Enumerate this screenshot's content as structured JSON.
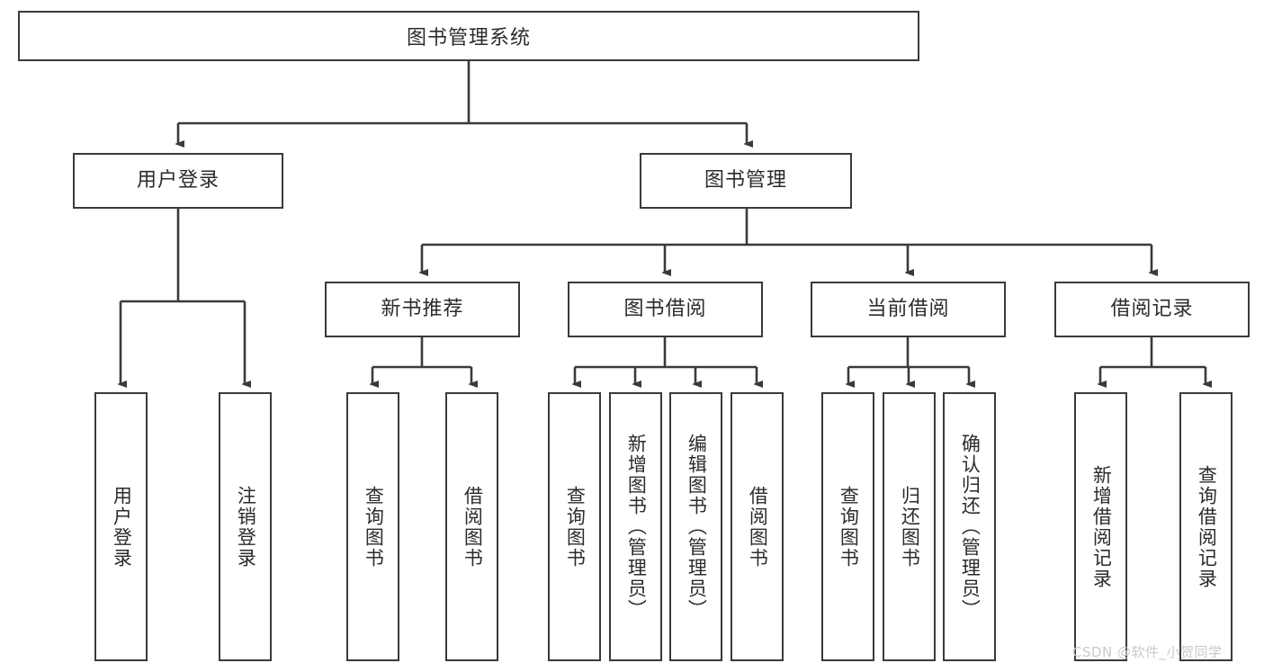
{
  "diagram": {
    "title": "图书管理系统",
    "type": "hierarchy-tree",
    "root": {
      "label": "图书管理系统"
    },
    "level2": [
      {
        "label": "用户登录"
      },
      {
        "label": "图书管理"
      }
    ],
    "level3": [
      {
        "label": "新书推荐"
      },
      {
        "label": "图书借阅"
      },
      {
        "label": "当前借阅"
      },
      {
        "label": "借阅记录"
      }
    ],
    "leaves": {
      "user_login": [
        {
          "label": "用户登录"
        },
        {
          "label": "注销登录"
        }
      ],
      "new_book_recommend": [
        {
          "label": "查询图书"
        },
        {
          "label": "借阅图书"
        }
      ],
      "book_borrow": [
        {
          "label": "查询图书"
        },
        {
          "label": "新增图书（管理员）"
        },
        {
          "label": "编辑图书（管理员）"
        },
        {
          "label": "借阅图书"
        }
      ],
      "current_borrow": [
        {
          "label": "查询图书"
        },
        {
          "label": "归还图书"
        },
        {
          "label": "确认归还（管理员）"
        }
      ],
      "borrow_record": [
        {
          "label": "新增借阅记录"
        },
        {
          "label": "查询借阅记录"
        }
      ]
    }
  },
  "watermark": {
    "text": "CSDN @软件_小贺同学"
  },
  "colors": {
    "border": "#3a3a3a",
    "text": "#2b2b2b",
    "background": "#ffffff",
    "watermark": "#c9c9c9"
  }
}
